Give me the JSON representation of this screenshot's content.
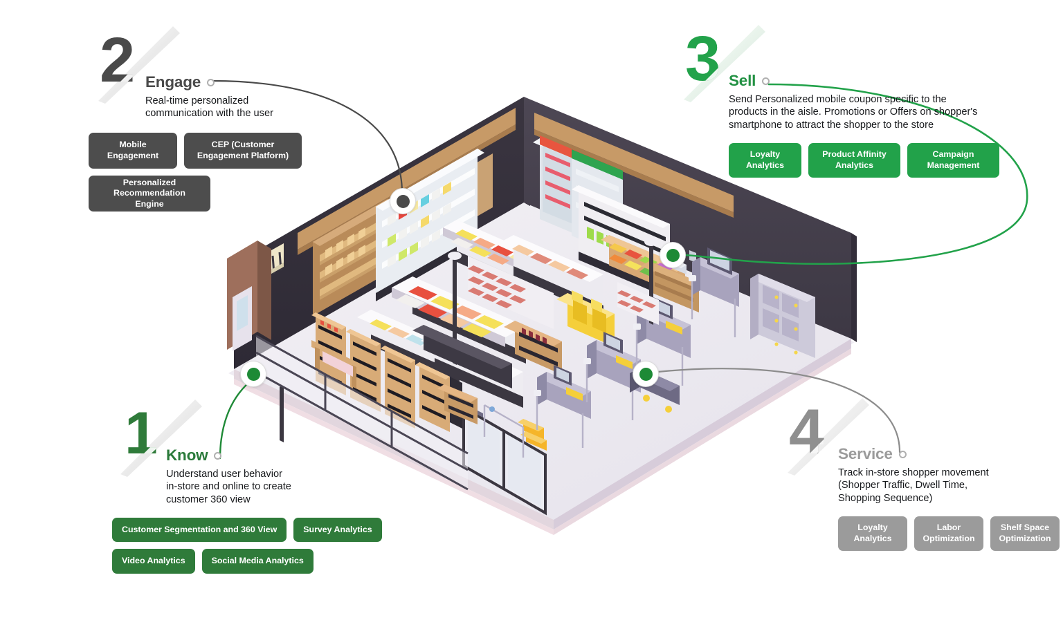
{
  "meta": {
    "title": "Connected Retail Store Journey",
    "colors": {
      "green_primary": "#22a24a",
      "green_dark": "#2f7b3a",
      "gray_dark": "#4d4d4d",
      "gray_mid": "#9b9b9b",
      "text": "#17191c"
    }
  },
  "steps": [
    {
      "number": "1",
      "title": "Know",
      "description": "Understand user behavior\nin-store and online to create\ncustomer 360 view",
      "chips": [
        "Customer Segmentation and 360 View",
        "Survey Analytics",
        "Video Analytics",
        "Social Media Analytics"
      ],
      "accent": "#2f7b3a",
      "marker": "marker-know"
    },
    {
      "number": "2",
      "title": "Engage",
      "description": "Real-time personalized\ncommunication with the user",
      "chips": [
        "Mobile\nEngagement",
        "CEP (Customer\nEngagement Platform)",
        "Personalized\nRecommendation Engine"
      ],
      "accent": "#4d4d4d",
      "marker": "marker-engage"
    },
    {
      "number": "3",
      "title": "Sell",
      "description": "Send Personalized mobile coupon specific to the\nproducts in the aisle. Promotions or Offers on shopper's\nsmartphone to attract the shopper to the store",
      "chips": [
        "Loyalty\nAnalytics",
        "Product Affinity\nAnalytics",
        "Campaign\nManagement"
      ],
      "accent": "#22a24a",
      "marker": "marker-sell"
    },
    {
      "number": "4",
      "title": "Service",
      "description": "Track in-store shopper movement\n(Shopper Traffic, Dwell Time,\nShopping Sequence)",
      "chips": [
        "Loyalty\nAnalytics",
        "Labor\nOptimization",
        "Shelf Space\nOptimization"
      ],
      "accent": "#9b9b9b",
      "marker": "marker-service"
    }
  ],
  "illustration": {
    "name": "isometric-retail-store-cutaway",
    "description": "Isometric cutaway of a supermarket with bakery, produce, deli counters, wine shelving, refrigerated cases, self-checkout lanes, lockers and a glass entrance."
  }
}
